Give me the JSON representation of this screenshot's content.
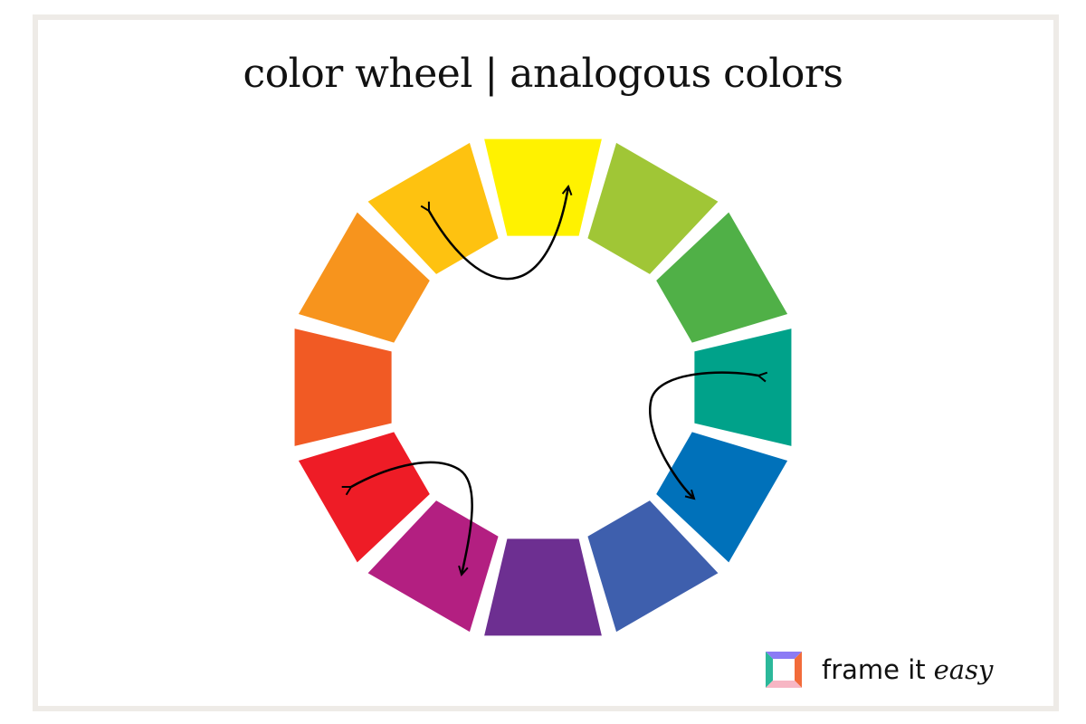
{
  "title": "color wheel | analogous colors",
  "wheel": {
    "segments": [
      {
        "name": "yellow",
        "color": "#fff200"
      },
      {
        "name": "yellow-green",
        "color": "#a0c636"
      },
      {
        "name": "green",
        "color": "#50b047"
      },
      {
        "name": "blue-green",
        "color": "#00a28a"
      },
      {
        "name": "blue",
        "color": "#0071ba"
      },
      {
        "name": "blue-violet",
        "color": "#3e5fad"
      },
      {
        "name": "violet",
        "color": "#6d2f91"
      },
      {
        "name": "red-violet",
        "color": "#b31f81"
      },
      {
        "name": "red",
        "color": "#ee1c26"
      },
      {
        "name": "red-orange",
        "color": "#f15a24"
      },
      {
        "name": "orange",
        "color": "#f7941d"
      },
      {
        "name": "yellow-orange",
        "color": "#fec210"
      }
    ],
    "analogous_pairs": [
      [
        "yellow-orange",
        "yellow"
      ],
      [
        "blue-green",
        "blue"
      ],
      [
        "red",
        "red-violet"
      ]
    ]
  },
  "brand": {
    "name_regular": "frame it",
    "name_italic": "easy",
    "logo_colors": {
      "top": "#8c7bf5",
      "left": "#2bb89a",
      "right": "#f26b3a",
      "bottom": "#f7b6c4"
    }
  }
}
